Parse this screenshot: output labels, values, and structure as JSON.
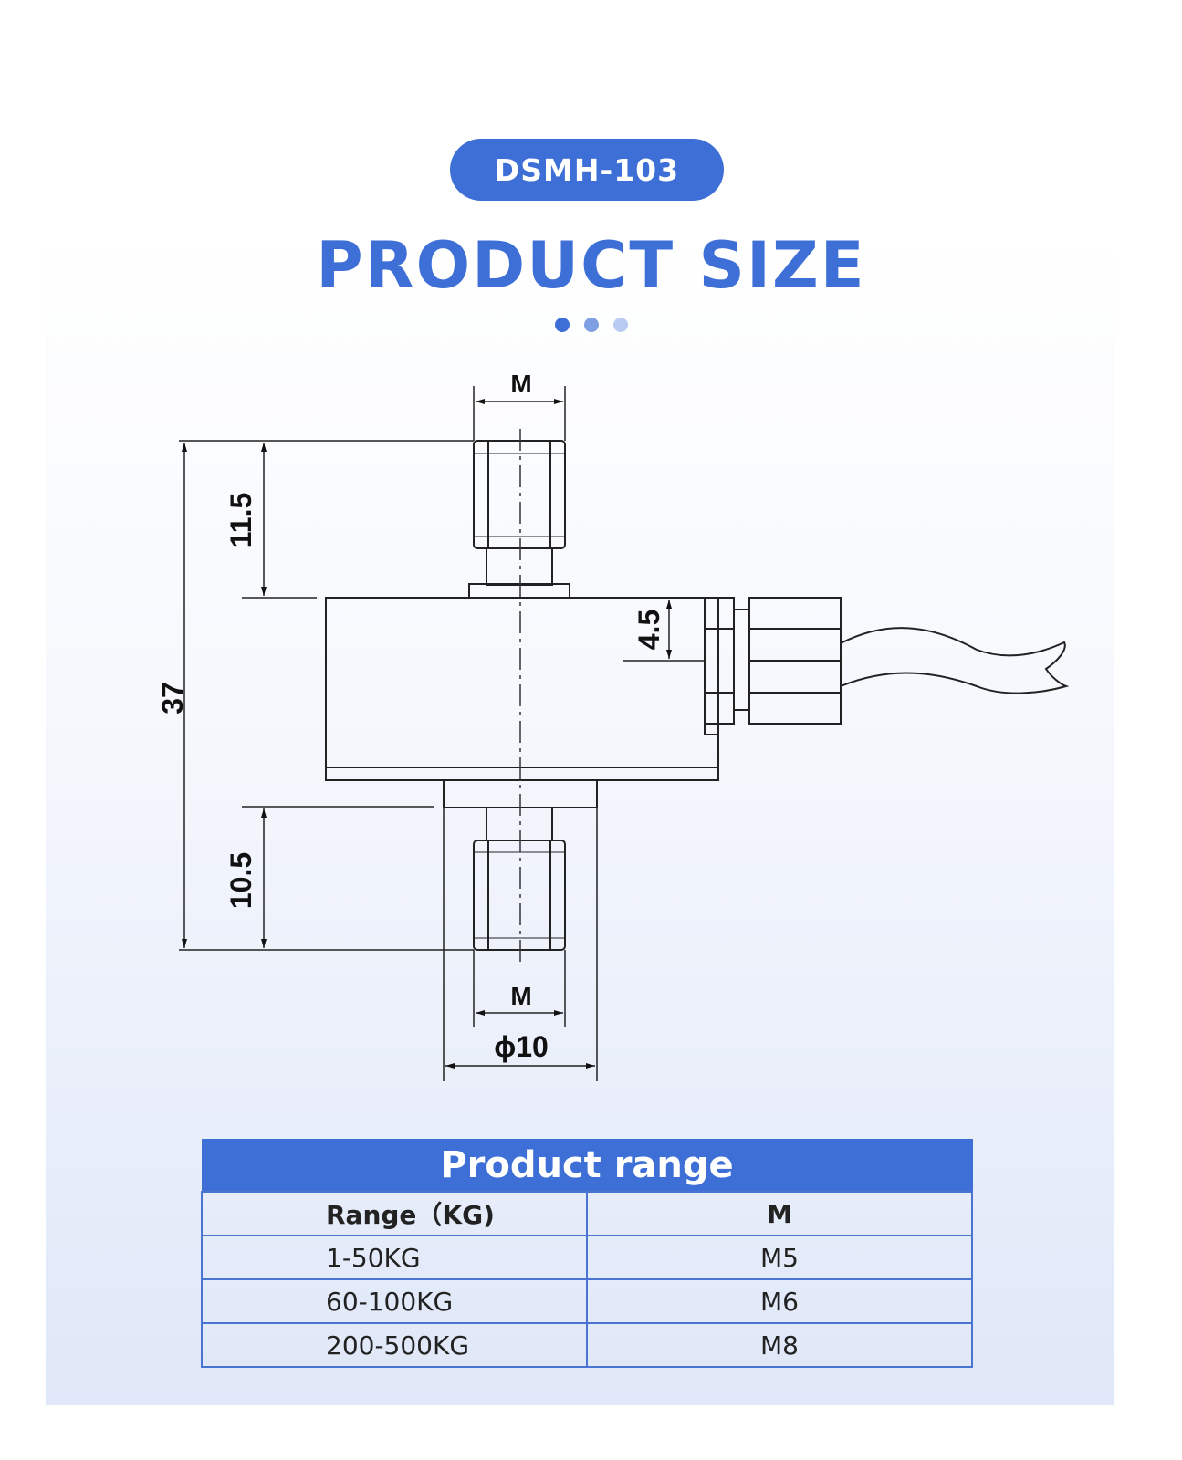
{
  "model": "DSMH-103",
  "title": "PRODUCT SIZE",
  "indicator_dots": [
    "#3d6fd6",
    "#7f9fe3",
    "#b9cbf0"
  ],
  "drawing": {
    "labels": {
      "m_top": "M",
      "dim_11_5": "11.5",
      "dim_37": "37",
      "dim_4_5": "4.5",
      "dim_10_5": "10.5",
      "m_bottom": "M",
      "phi_10": "ϕ10"
    }
  },
  "table": {
    "caption": "Product range",
    "headers": [
      "Range（KG)",
      "M"
    ],
    "rows": [
      [
        "1-50KG",
        "M5"
      ],
      [
        "60-100KG",
        "M6"
      ],
      [
        "200-500KG",
        "M8"
      ]
    ]
  },
  "colors": {
    "accent": "#3d6fd6",
    "table_border": "#4a74cf"
  }
}
